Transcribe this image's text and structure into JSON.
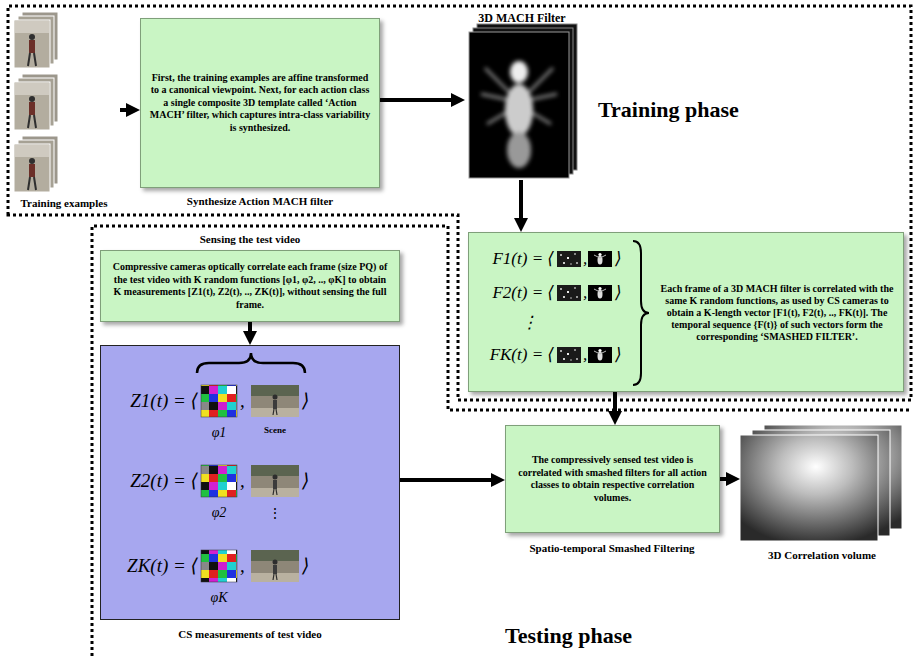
{
  "diagram": {
    "nodes": [
      {
        "text": [
          "Training examples"
        ]
      },
      {
        "text": [
          "First, the training examples are affine transformed to a canonical viewpoint. Next, for each action class a single composite 3D template called ‘Action MACH’ filter, which captures intra-class variability is synthesized."
        ]
      },
      {
        "text": [
          "3D MACH Filter"
        ]
      },
      {
        "text": [
          "F1(t) = ⟨",
          ",",
          "⟩",
          "F2(t) = ⟨",
          ",",
          "⟩",
          "⋮",
          "FK(t) = ⟨",
          ",",
          "⟩",
          "Each frame of a 3D MACH filter is correlated with the same K random functions, as used by CS cameras to obtain a K-length vector [F1(t), F2(t), .., FK(t)]. The temporal sequence {F(t)} of such vectors form the corresponding ‘SMASHED FILTER’."
        ]
      },
      {
        "text": [
          "Compressive cameras optically correlate each frame (size PQ) of the test video with K random functions [φ1, φ2, .., φK] to obtain K measurements [Z1(t), Z2(t), .., ZK(t)], without sensing the full frame."
        ]
      },
      {
        "text": [
          "Z1(t) = ⟨",
          ",",
          "⟩",
          "φ1",
          "Scene",
          "Z2(t) = ⟨",
          ",",
          "⟩",
          "φ2",
          "⋮",
          "ZK(t) = ⟨",
          ",",
          "⟩",
          "φK"
        ]
      },
      {
        "text": [
          "The compressively sensed test video is correlated with smashed filters for all action classes to obtain respective correlation volumes."
        ]
      },
      {
        "text": [
          "3D Correlation volume"
        ]
      }
    ],
    "edges": [
      {
        "from": 0,
        "to": 1,
        "arrow": "to"
      },
      {
        "from": 1,
        "to": 2,
        "arrow": "to"
      },
      {
        "from": 2,
        "to": 3,
        "arrow": "to"
      },
      {
        "from": 3,
        "to": 6,
        "arrow": "to"
      },
      {
        "from": 4,
        "to": 5,
        "arrow": "to"
      },
      {
        "from": 5,
        "to": 6,
        "arrow": "to"
      },
      {
        "from": 6,
        "to": 7,
        "arrow": "to"
      }
    ],
    "labels": [
      "Synthesize Action MACH filter",
      "Training phase",
      "Sensing the test video",
      "CS measurements of test video",
      "Spatio-temporal Smashed Filtering",
      "Testing phase"
    ]
  }
}
